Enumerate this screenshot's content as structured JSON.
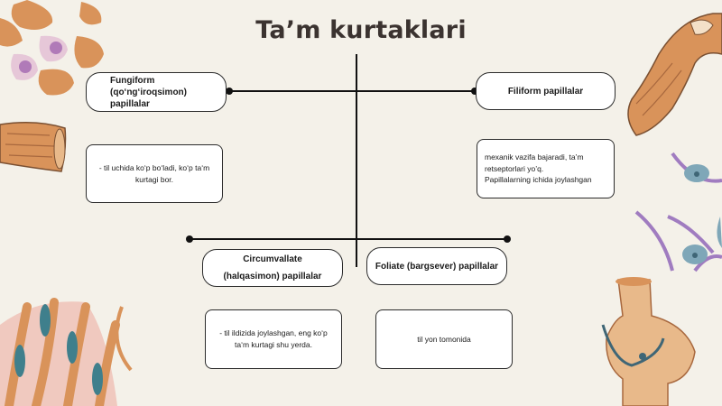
{
  "title": "Ta’m kurtaklari",
  "nodes": {
    "fungiform": {
      "title_lines": [
        "Fungiform",
        "(qo‘ng‘iroqsimon)",
        "papillalar"
      ],
      "description": "- til uchida ko‘p bo‘ladi, ko‘p ta‘m kurtagi bor."
    },
    "filiform": {
      "title": "Filiform papillalar",
      "description_lines": [
        "mexanik vazifa bajaradi, ta’m",
        "retseptorlari yo’q.",
        "Papillalarning ichida joylashgan"
      ]
    },
    "circumvallate": {
      "title_lines": [
        "Circumvallate",
        "(halqasimon) papillalar"
      ],
      "description": "- til ildizida joylashgan, eng ko‘p ta‘m kurtagi shu yerda."
    },
    "foliate": {
      "title": "Foliate (bargsever) papillalar",
      "description": "til yon tomonida"
    }
  },
  "colors": {
    "background": "#f4f1e9",
    "title": "#3b3330",
    "border": "#2b2b2b",
    "decor_orange": "#d9935a",
    "decor_purple": "#a07cc0",
    "decor_teal": "#5f8fa3"
  }
}
